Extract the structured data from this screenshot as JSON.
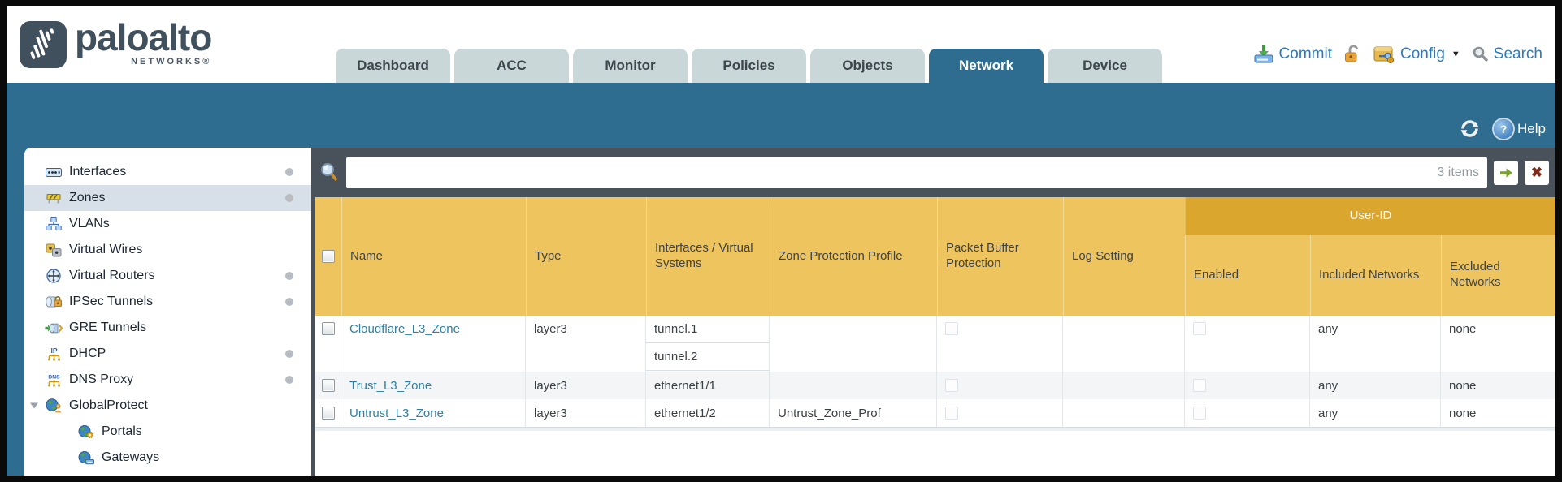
{
  "brand": {
    "wordmark": "paloalto",
    "sub": "NETWORKS®"
  },
  "nav_tabs": [
    {
      "label": "Dashboard",
      "active": false
    },
    {
      "label": "ACC",
      "active": false
    },
    {
      "label": "Monitor",
      "active": false
    },
    {
      "label": "Policies",
      "active": false
    },
    {
      "label": "Objects",
      "active": false
    },
    {
      "label": "Network",
      "active": true
    },
    {
      "label": "Device",
      "active": false
    }
  ],
  "header_actions": {
    "commit": "Commit",
    "config": "Config",
    "search": "Search"
  },
  "banner": {
    "help": "Help"
  },
  "sidebar": {
    "items": [
      {
        "label": "Interfaces",
        "icon": "interfaces-icon",
        "dot": true,
        "selected": false
      },
      {
        "label": "Zones",
        "icon": "zones-icon",
        "dot": true,
        "selected": true
      },
      {
        "label": "VLANs",
        "icon": "vlans-icon",
        "dot": false
      },
      {
        "label": "Virtual Wires",
        "icon": "virtual-wires-icon",
        "dot": false
      },
      {
        "label": "Virtual Routers",
        "icon": "virtual-routers-icon",
        "dot": true
      },
      {
        "label": "IPSec Tunnels",
        "icon": "ipsec-tunnels-icon",
        "dot": true
      },
      {
        "label": "GRE Tunnels",
        "icon": "gre-tunnels-icon",
        "dot": false
      },
      {
        "label": "DHCP",
        "icon": "dhcp-icon",
        "dot": true
      },
      {
        "label": "DNS Proxy",
        "icon": "dns-proxy-icon",
        "dot": true
      },
      {
        "label": "GlobalProtect",
        "icon": "globalprotect-icon",
        "dot": false,
        "expanded": true
      },
      {
        "label": "Portals",
        "icon": "portals-icon",
        "child": true
      },
      {
        "label": "Gateways",
        "icon": "gateways-icon",
        "child": true
      }
    ]
  },
  "filter_bar": {
    "value": "",
    "count": "3 items"
  },
  "table": {
    "user_id_group": "User-ID",
    "columns": {
      "name": "Name",
      "type": "Type",
      "interfaces": "Interfaces / Virtual Systems",
      "zone_protection": "Zone Protection Profile",
      "packet_buffer": "Packet Buffer Protection",
      "log_setting": "Log Setting",
      "enabled": "Enabled",
      "included": "Included Networks",
      "excluded": "Excluded Networks"
    },
    "rows": [
      {
        "name": "Cloudflare_L3_Zone",
        "type": "layer3",
        "interfaces": [
          "tunnel.1",
          "tunnel.2"
        ],
        "zone_protection": "",
        "log_setting": "",
        "included": "any",
        "excluded": "none"
      },
      {
        "name": "Trust_L3_Zone",
        "type": "layer3",
        "interfaces": [
          "ethernet1/1"
        ],
        "zone_protection": "",
        "log_setting": "",
        "included": "any",
        "excluded": "none"
      },
      {
        "name": "Untrust_L3_Zone",
        "type": "layer3",
        "interfaces": [
          "ethernet1/2"
        ],
        "zone_protection": "Untrust_Zone_Prof",
        "log_setting": "",
        "included": "any",
        "excluded": "none"
      }
    ]
  },
  "icons": {
    "help_glyph": "?",
    "clear_glyph": "✖",
    "config_caret": "▼"
  },
  "colors": {
    "teal": "#2f6d90",
    "toolbar_slate": "#49525b",
    "header_amber": "#eec45e",
    "user_id_band": "#dba62e",
    "link": "#2e7fa3"
  }
}
